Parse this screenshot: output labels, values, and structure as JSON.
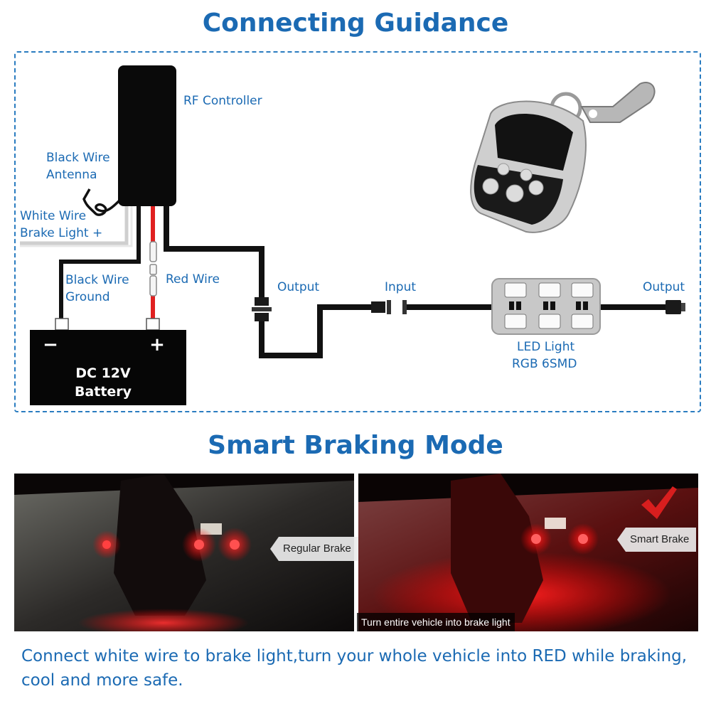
{
  "headings": {
    "connecting": "Connecting Guidance",
    "braking": "Smart Braking Mode"
  },
  "labels": {
    "rf_controller": "RF Controller",
    "black_wire_antenna_1": "Black Wire",
    "black_wire_antenna_2": "Antenna",
    "white_wire_1": "White Wire",
    "white_wire_2": "Brake Light +",
    "black_wire_ground_1": "Black Wire",
    "black_wire_ground_2": "Ground",
    "red_wire": "Red Wire",
    "output_left": "Output",
    "input": "Input",
    "output_right": "Output",
    "led_light_1": "LED Light",
    "led_light_2": "RGB 6SMD"
  },
  "battery": {
    "minus": "−",
    "plus": "+",
    "line1": "DC 12V",
    "line2": "Battery"
  },
  "photos": {
    "regular_tag": "Regular Brake",
    "smart_tag": "Smart Brake",
    "smart_banner": "Turn entire vehicle into brake light"
  },
  "caption": "Connect white wire to brake light,turn your whole vehicle into RED while braking, cool and more safe.",
  "colors": {
    "heading": "#1b6ab3",
    "label": "#1b6ab3",
    "wire_red": "#e02020",
    "check": "#d81e1e"
  }
}
